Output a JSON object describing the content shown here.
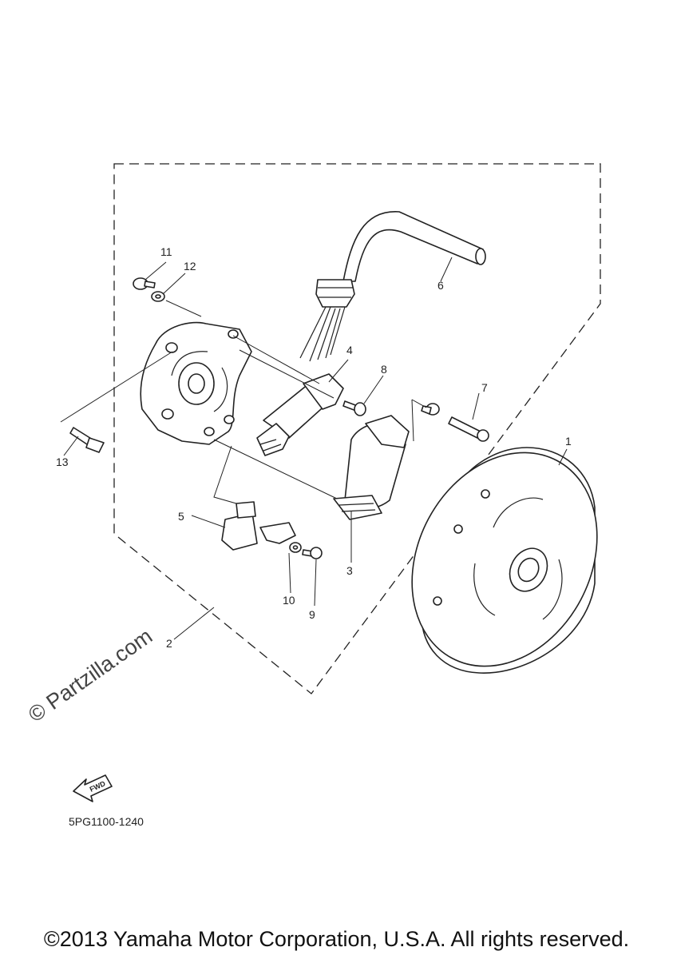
{
  "callouts": [
    "1",
    "2",
    "3",
    "4",
    "5",
    "6",
    "7",
    "8",
    "9",
    "10",
    "11",
    "12",
    "13"
  ],
  "fwd_label": "FWD",
  "diagram_code": "5PG1100-1240",
  "watermark": "© Partzilla.com",
  "copyright": "©2013 Yamaha Motor Corporation, U.S.A. All rights reserved."
}
